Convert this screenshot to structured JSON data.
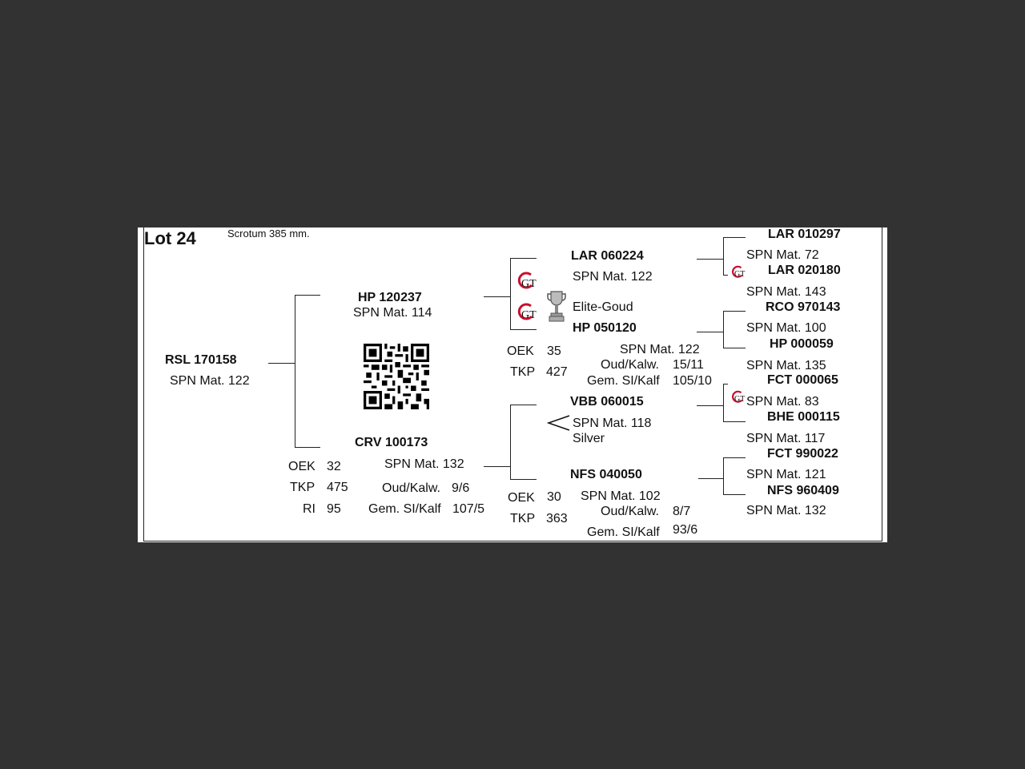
{
  "header": {
    "lot": "Lot 24",
    "scrotum": "Scrotum 385 mm."
  },
  "subject": {
    "id": "RSL 170158",
    "spn": "SPN Mat. 122"
  },
  "sire": {
    "id": "HP  120237",
    "spn": "SPN Mat. 114"
  },
  "dam": {
    "id": "CRV 100173",
    "spn": "SPN Mat. 132",
    "stats": {
      "oek_label": "OEK",
      "oek": "32",
      "tkp_label": "TKP",
      "tkp": "475",
      "ri_label": "RI",
      "ri": "95",
      "oud_label": "Oud/Kalw.",
      "oud": "9/6",
      "gem_label": "Gem. SI/Kalf",
      "gem": "107/5"
    }
  },
  "ss": {
    "id": "LAR 060224",
    "spn": "SPN Mat. 122"
  },
  "sd": {
    "award": "Elite-Goud",
    "id": "HP  050120",
    "spn": "SPN Mat. 122",
    "stats": {
      "oek_label": "OEK",
      "oek": "35",
      "tkp_label": "TKP",
      "tkp": "427",
      "oud_label": "Oud/Kalw.",
      "oud": "15/11",
      "gem_label": "Gem. SI/Kalf",
      "gem": "105/10"
    }
  },
  "ds": {
    "id": "VBB 060015",
    "spn": "SPN Mat. 118",
    "award": "Silver"
  },
  "dd": {
    "id": "NFS 040050",
    "spn": "SPN Mat. 102",
    "stats": {
      "oek_label": "OEK",
      "oek": "30",
      "tkp_label": "TKP",
      "tkp": "363",
      "oud_label": "Oud/Kalw.",
      "oud": "8/7",
      "gem_label": "Gem. SI/Kalf",
      "gem": "93/6"
    }
  },
  "ggp": [
    {
      "id": "LAR 010297",
      "spn": "SPN Mat. 72"
    },
    {
      "id": "LAR 020180",
      "spn": "SPN Mat. 143"
    },
    {
      "id": "RCO 970143",
      "spn": "SPN Mat. 100"
    },
    {
      "id": "HP  000059",
      "spn": "SPN Mat. 135"
    },
    {
      "id": "FCT 000065",
      "spn": "SPN Mat. 83"
    },
    {
      "id": "BHE 000115",
      "spn": "SPN Mat. 117"
    },
    {
      "id": "FCT 990022",
      "spn": "SPN Mat. 121"
    },
    {
      "id": "NFS 960409",
      "spn": "SPN Mat. 132"
    }
  ],
  "logo_text": "GT",
  "colors": {
    "logo_red": "#c8102e",
    "background": "#323232"
  }
}
